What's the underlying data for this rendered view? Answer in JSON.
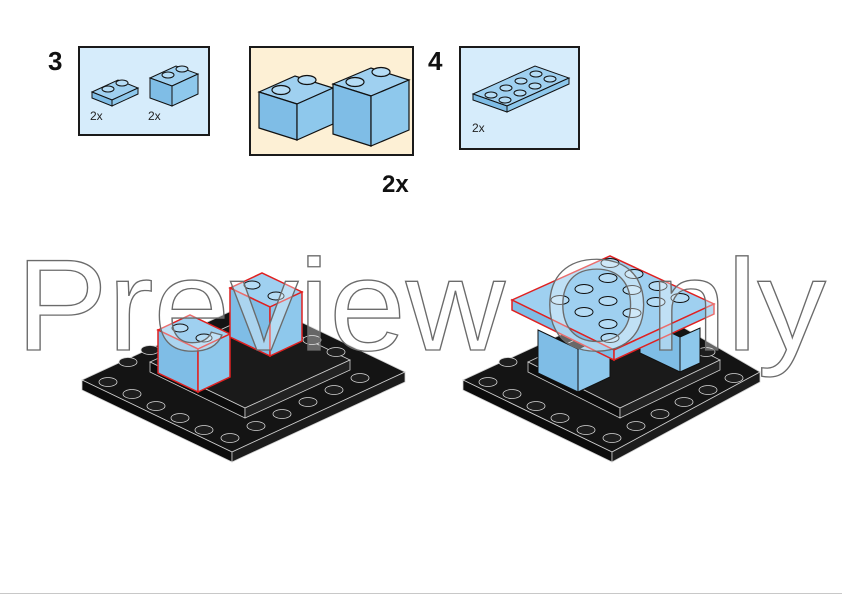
{
  "steps": [
    {
      "number": "3",
      "part_quantities": [
        "2x",
        "2x"
      ],
      "subassembly_multiplier": "2x"
    },
    {
      "number": "4",
      "part_quantities": [
        "2x"
      ]
    }
  ],
  "watermark": {
    "text": "Preview Only"
  },
  "colors": {
    "brick_blue": "#9fd0f0",
    "brick_blue_dark": "#6fb0dc",
    "baseplate_black": "#141414",
    "new_part_outline": "#e02020",
    "parts_box_blue": "#d6ecfb",
    "parts_box_cream": "#fdf0d5"
  }
}
